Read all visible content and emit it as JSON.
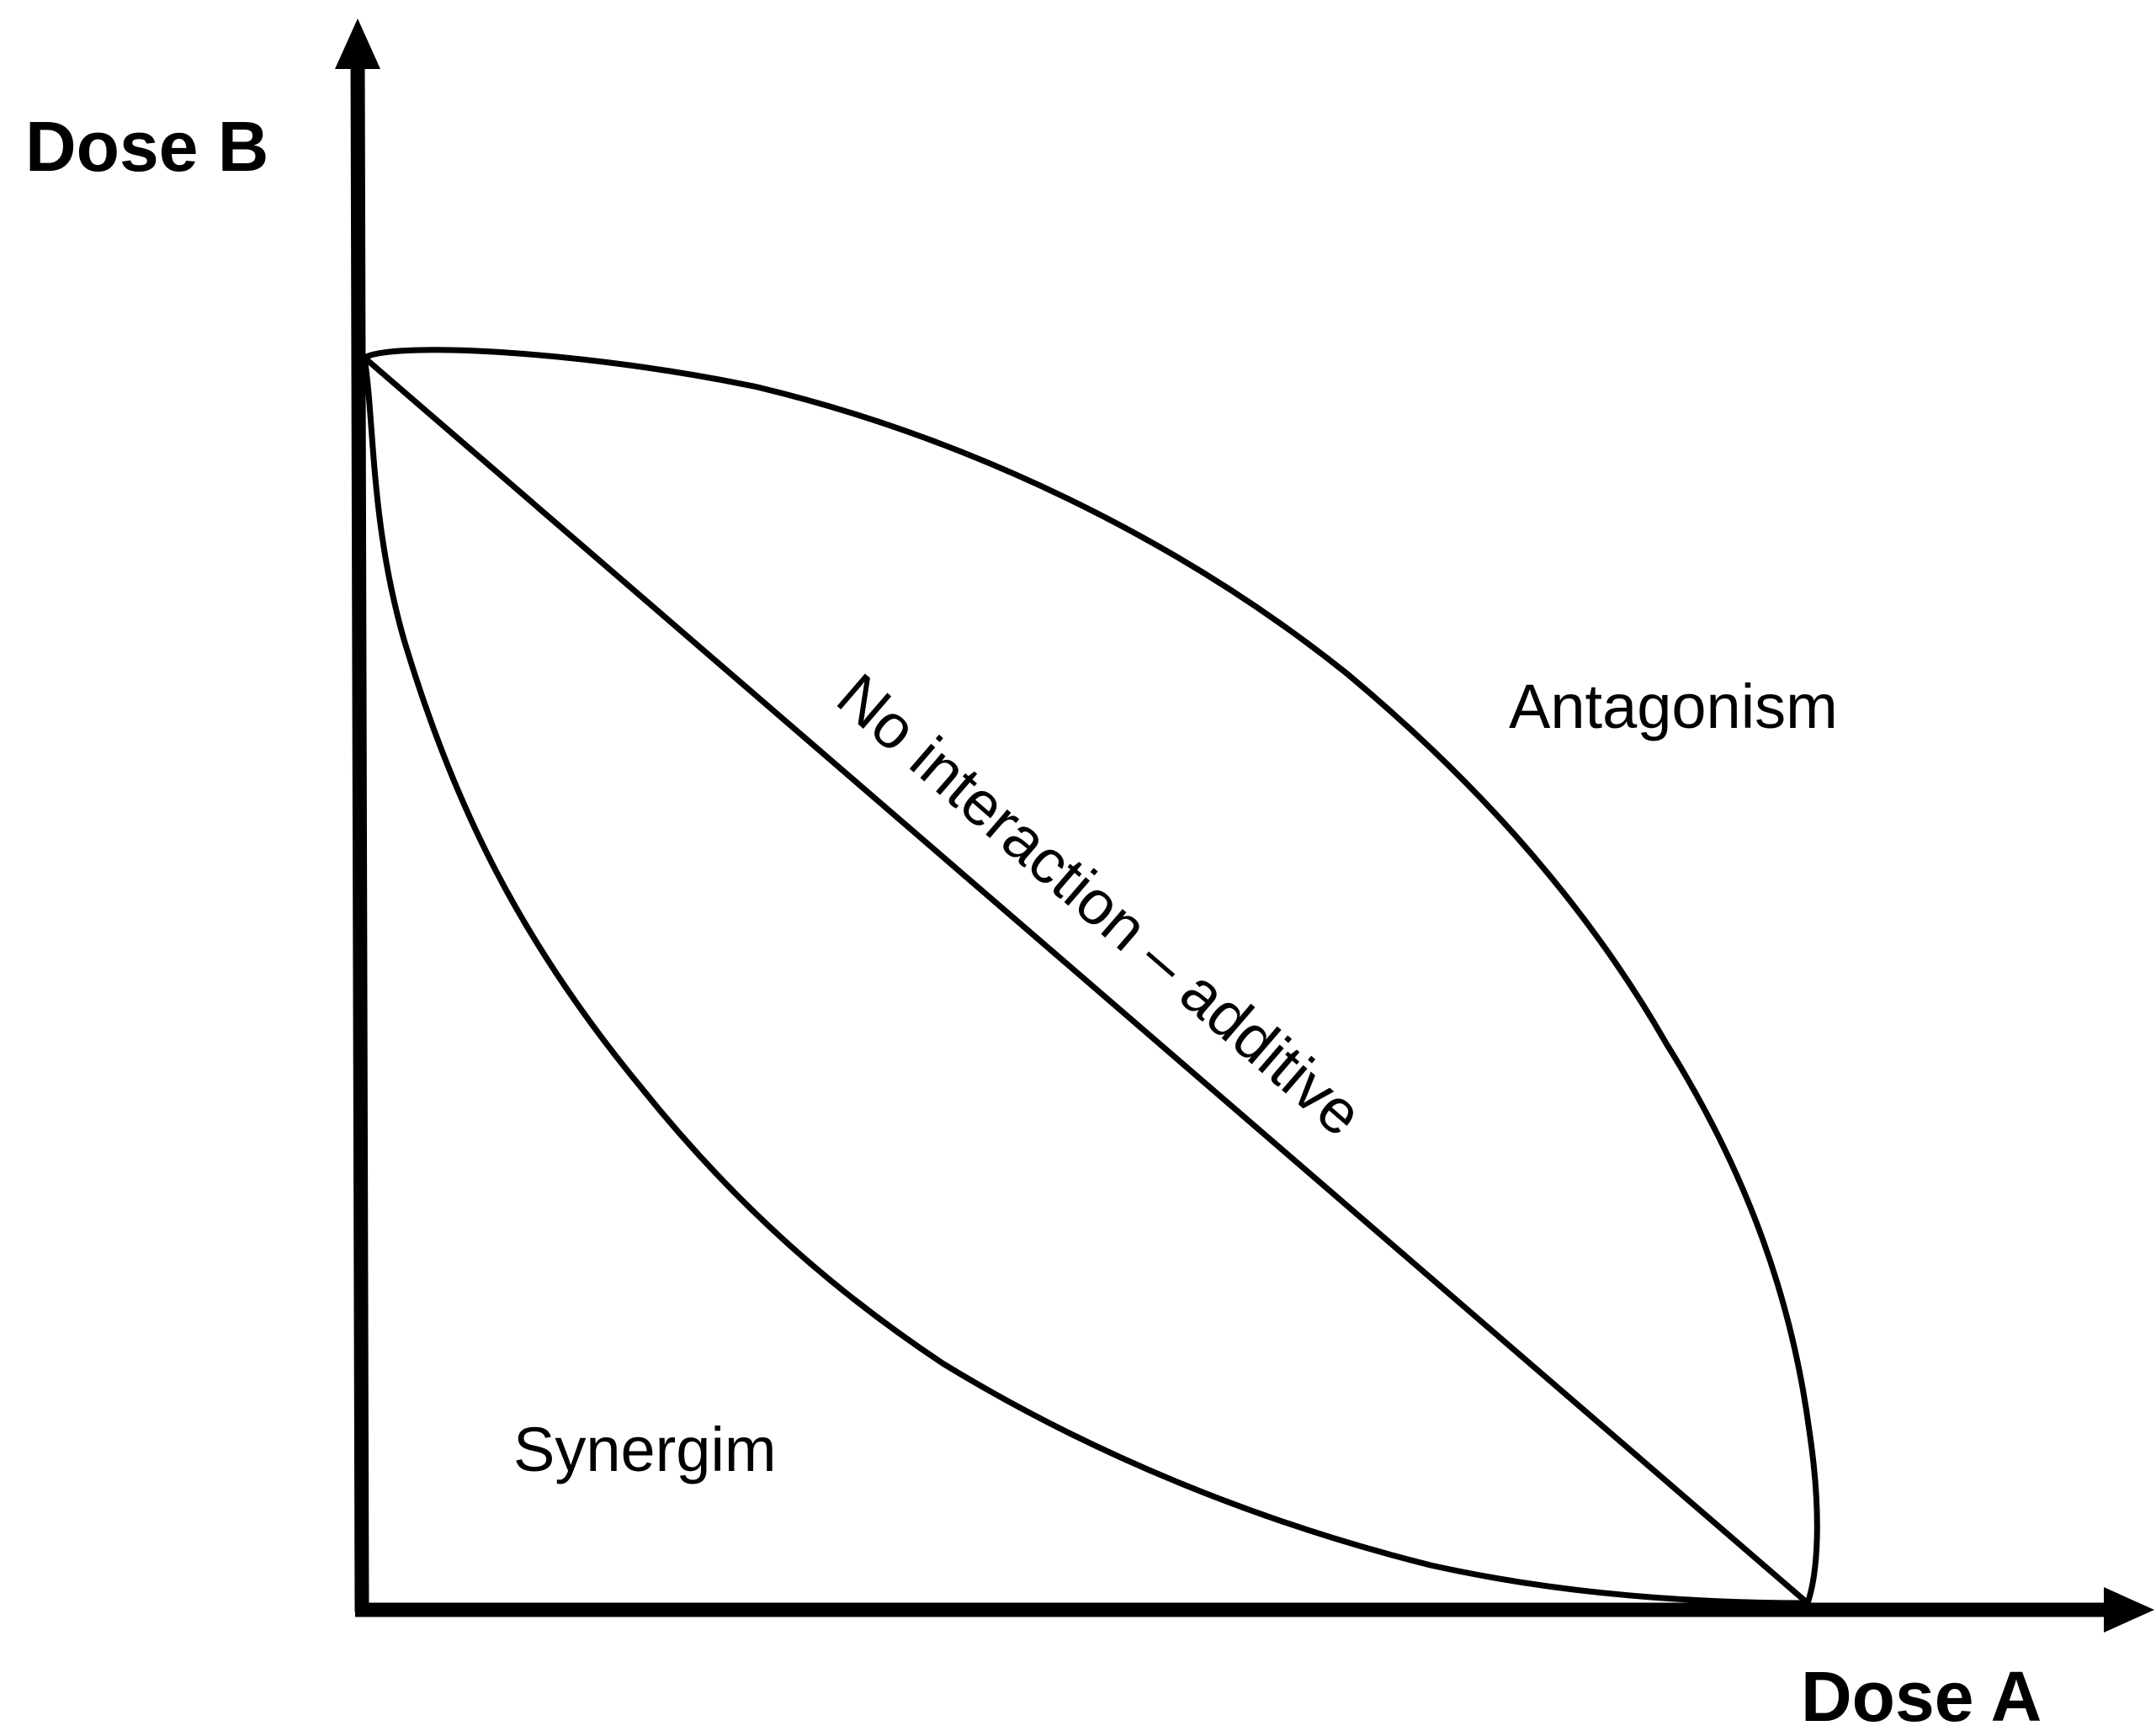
{
  "axes": {
    "y_label": "Dose B",
    "x_label": "Dose A"
  },
  "regions": {
    "antagonism": "Antagonism",
    "additive": "No interaction – additive",
    "synergism": "Synergim"
  },
  "colors": {
    "stroke": "#000000",
    "background": "#ffffff"
  }
}
